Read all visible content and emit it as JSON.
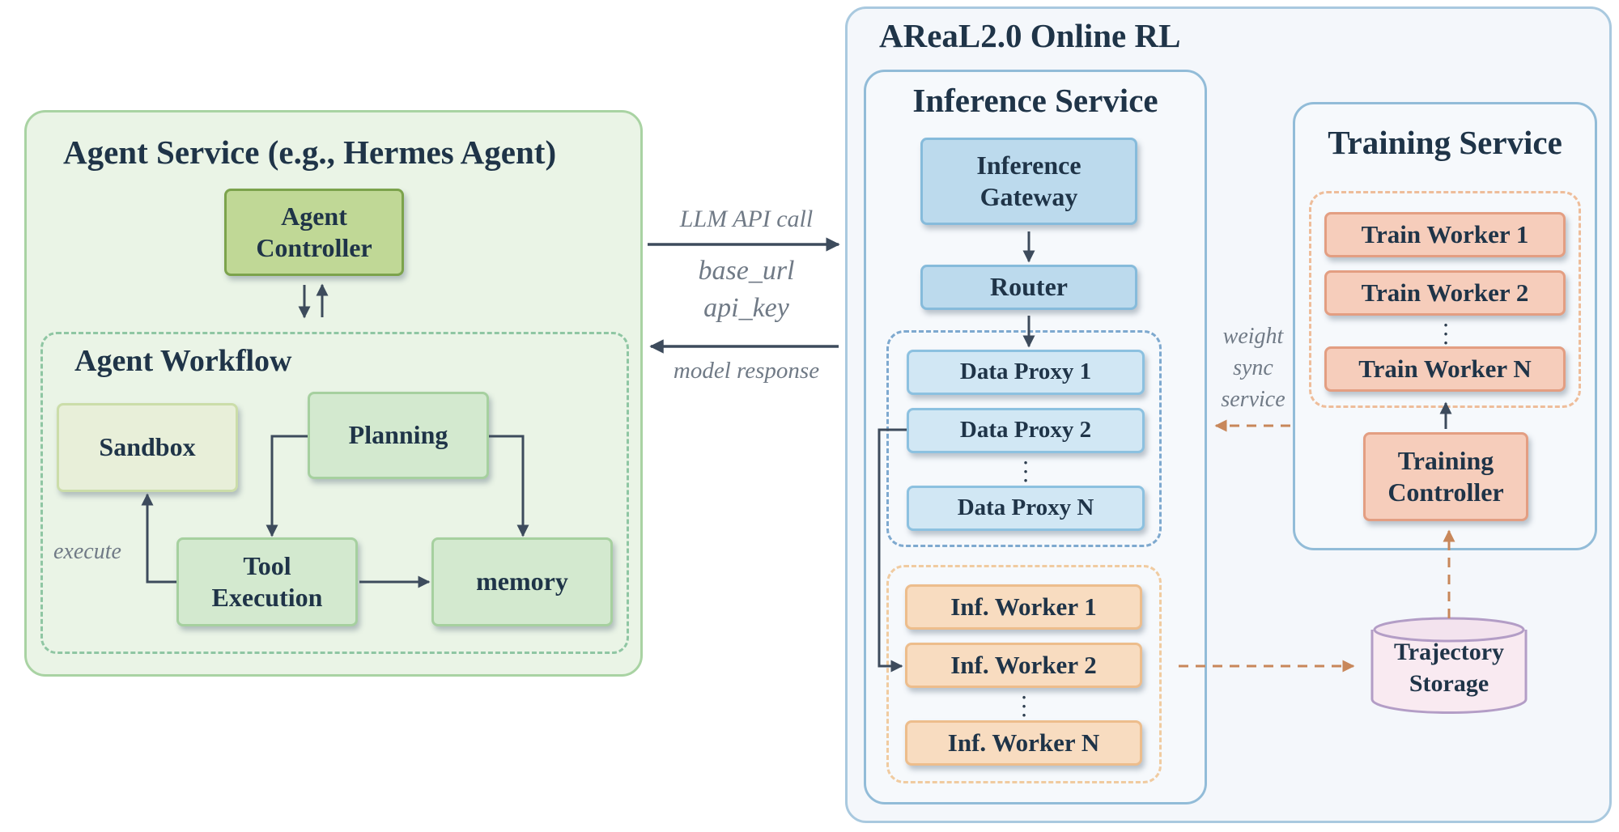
{
  "agent_service": {
    "title": "Agent Service (e.g., Hermes Agent)",
    "controller": "Agent\nController",
    "workflow": {
      "title": "Agent Workflow",
      "sandbox": "Sandbox",
      "planning": "Planning",
      "tool_execution": "Tool\nExecution",
      "memory": "memory",
      "execute_label": "execute"
    }
  },
  "connection": {
    "request_label": "LLM API call",
    "params": [
      "base_url",
      "api_key"
    ],
    "response_label": "model response"
  },
  "areal": {
    "title": "AReaL2.0 Online RL",
    "inference": {
      "title": "Inference Service",
      "gateway": "Inference\nGateway",
      "router": "Router",
      "data_proxies": [
        "Data Proxy 1",
        "Data Proxy 2",
        "Data Proxy N"
      ],
      "workers": [
        "Inf. Worker 1",
        "Inf. Worker 2",
        "Inf. Worker N"
      ]
    },
    "training": {
      "title": "Training Service",
      "workers": [
        "Train Worker 1",
        "Train Worker 2",
        "Train Worker N"
      ],
      "controller": "Training\nController"
    },
    "weight_sync_label": "weight\nsync\nservice",
    "trajectory_storage": "Trajectory\nStorage"
  }
}
